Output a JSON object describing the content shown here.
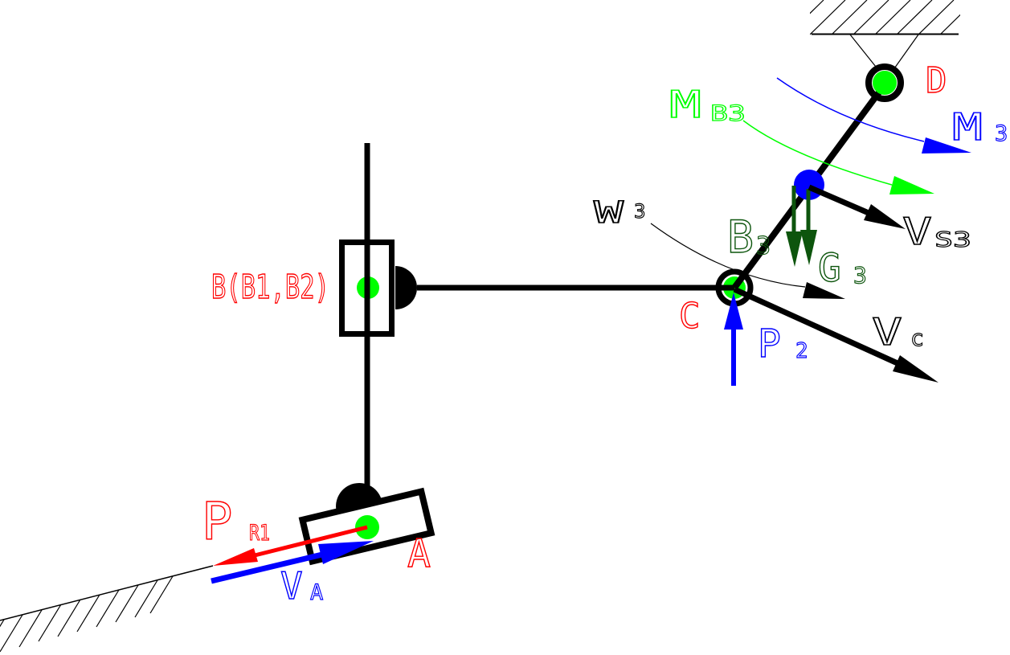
{
  "labels": {
    "d": "D",
    "c": "C",
    "a": "A",
    "b": "B(B1,B2)",
    "mb3": {
      "main": "M",
      "sub": "B3"
    },
    "m3": {
      "main": "M",
      "sub": "3"
    },
    "w3": {
      "main": "W",
      "sub": "3"
    },
    "b3": {
      "main": "B",
      "sub": "3"
    },
    "g3": {
      "main": "G",
      "sub": "3"
    },
    "vs3": {
      "main": "V",
      "sub": "S3"
    },
    "p2": {
      "main": "P",
      "sub": "2"
    },
    "vc": {
      "main": "V",
      "sub": "c"
    },
    "pr1": {
      "main": "P",
      "sub": "R1"
    },
    "va": {
      "main": "V",
      "sub": "A"
    }
  },
  "colors": {
    "joint_fill": "#00FF00",
    "moment_mb3_green": "#00FF00",
    "force_red": "#FF0000",
    "force_blue": "#0000FF",
    "weight_dark_green": "#0D550D",
    "line_black": "#000000",
    "background": "#FFFFFF"
  }
}
